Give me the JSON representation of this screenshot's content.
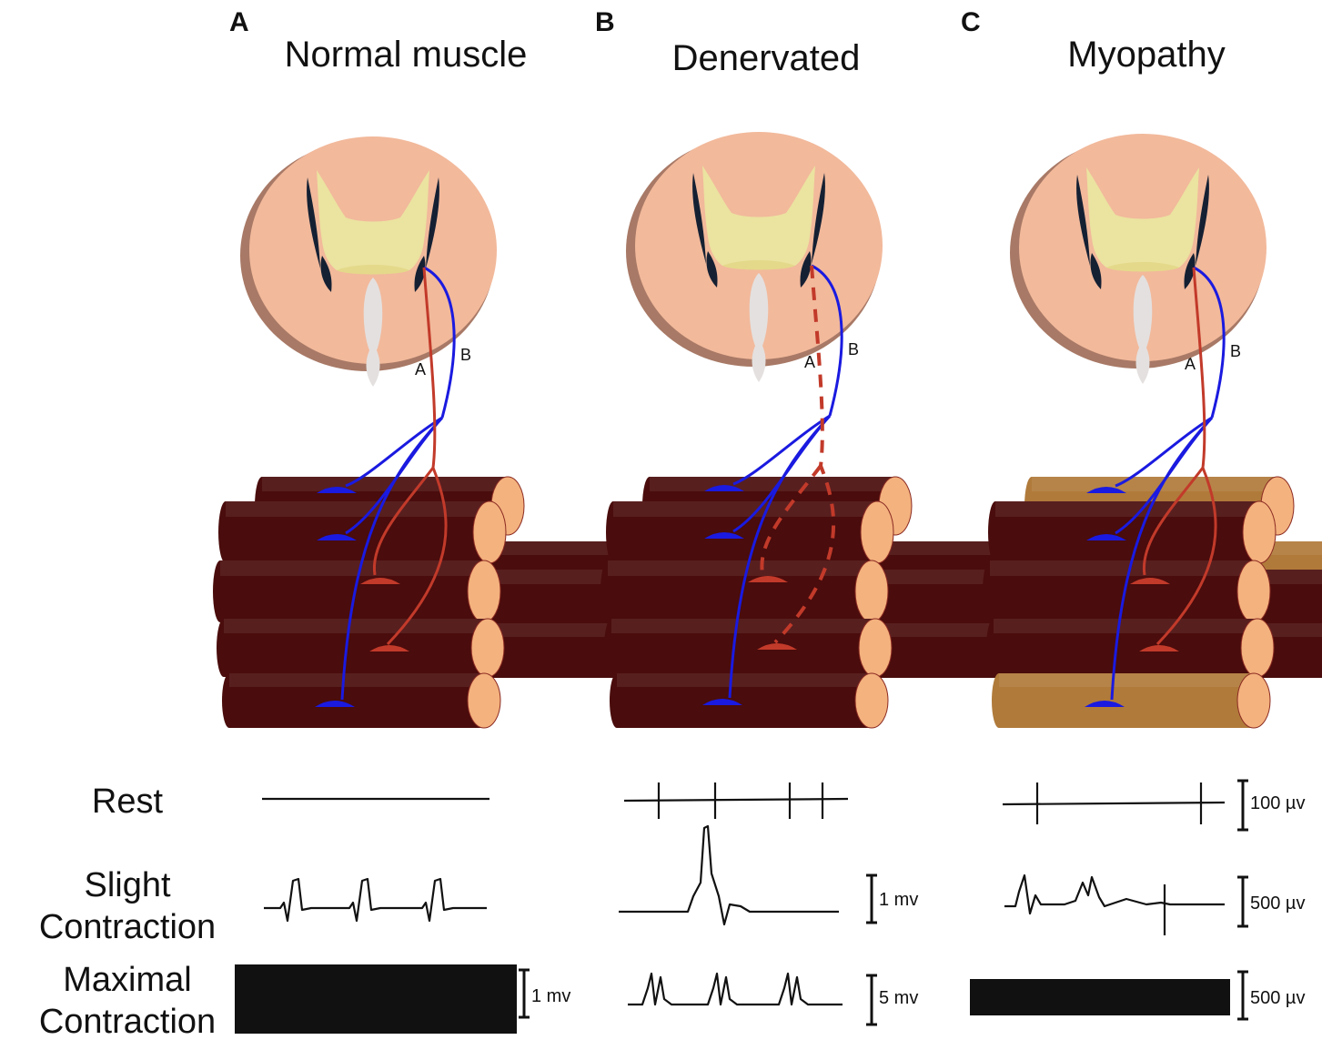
{
  "panels": [
    {
      "letter": "A",
      "title": "Normal muscle",
      "nerve_labels": [
        "A",
        "B"
      ]
    },
    {
      "letter": "B",
      "title": "Denervated",
      "nerve_labels": [
        "A",
        "B"
      ]
    },
    {
      "letter": "C",
      "title": "Myopathy",
      "nerve_labels": [
        "A",
        "B"
      ]
    }
  ],
  "rows": [
    {
      "label": "Rest"
    },
    {
      "label": "Slight Contraction"
    },
    {
      "label": "Maximal Contraction"
    }
  ],
  "scale_bars": {
    "a_maximal": "1 mv",
    "b_slight": "1 mv",
    "b_maximal": "5 mv",
    "c_rest": "100 µv",
    "c_slight": "500 µv",
    "c_maximal": "500 µv"
  },
  "colors": {
    "spinal_cord": "#f2b99b",
    "spinal_edge": "#a87966",
    "gray_matter": "#ebe3a0",
    "normal_fiber": "#4a0c0c",
    "fiber_end": "#f4b27e",
    "myopathy_fiber": "#b07a3a",
    "nerve_a": "#c23a2a",
    "nerve_b": "#1a1ae0"
  }
}
